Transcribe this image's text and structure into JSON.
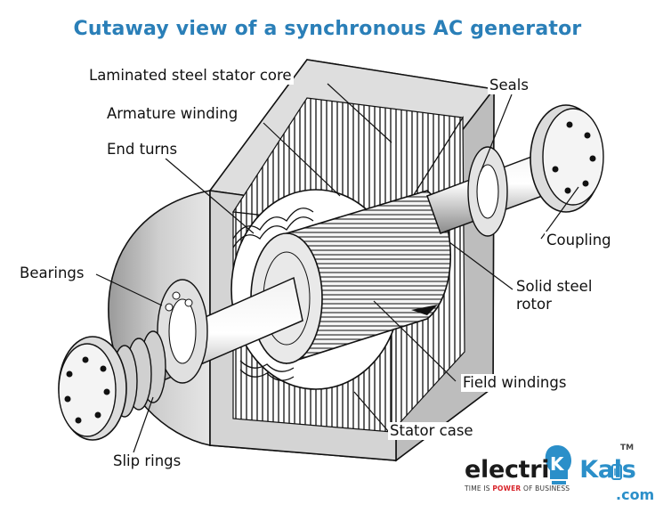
{
  "title": "Cutaway view of a synchronous AC generator",
  "labels": {
    "stator_core": "Laminated steel stator core",
    "armature": "Armature winding",
    "end_turns": "End turns",
    "bearings": "Bearings",
    "slip_rings": "Slip rings",
    "seals": "Seals",
    "coupling": "Coupling",
    "rotor_line1": "Solid steel",
    "rotor_line2": "rotor",
    "field_windings": "Field windings",
    "stator_case": "Stator case"
  },
  "logo": {
    "brand_prefix": "electri",
    "brand_suffix": "Kals",
    "tagline_a": "TIME IS ",
    "tagline_b": "POWER",
    "tagline_c": " OF BUSINESS",
    "domain": ".com",
    "trademark": "TM"
  },
  "colors": {
    "title": "#2a7fb8",
    "logo_accent": "#2b8fc9",
    "tagline_accent": "#d8232a"
  }
}
